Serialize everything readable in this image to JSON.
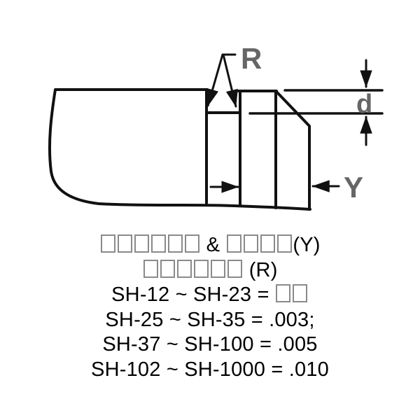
{
  "diagram": {
    "labels": {
      "radius": "R",
      "depth": "d",
      "width": "Y"
    },
    "colors": {
      "line": "#111111",
      "label": "#666666",
      "tofu_outline": "#8a8a8a"
    }
  },
  "caption": {
    "lines": [
      "□□□□□□ & □□□□(Y)",
      "□□□□□□ (R)",
      "SH-12 ~ SH-23 = □□",
      "SH-25 ~ SH-35 = .003;",
      "SH-37 ~ SH-100 = .005",
      "SH-102 ~ SH-1000 = .010"
    ]
  }
}
